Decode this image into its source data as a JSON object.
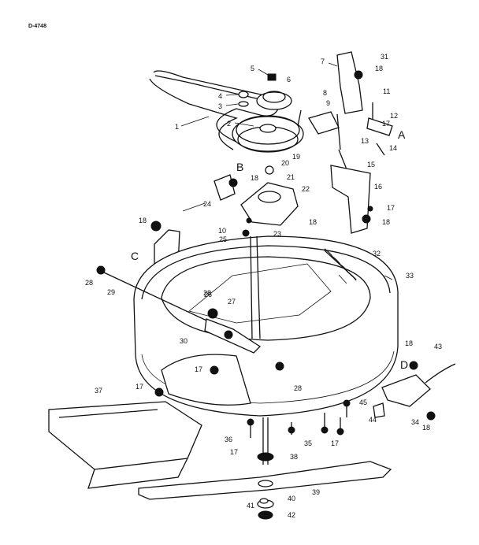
{
  "drawing_code": "D-4748",
  "callouts": [
    {
      "id": "c1",
      "text": "1"
    },
    {
      "id": "c2",
      "text": "2"
    },
    {
      "id": "c3",
      "text": "3"
    },
    {
      "id": "c4",
      "text": "4"
    },
    {
      "id": "c5",
      "text": "5"
    },
    {
      "id": "c6",
      "text": "6"
    },
    {
      "id": "c7",
      "text": "7"
    },
    {
      "id": "c8",
      "text": "8"
    },
    {
      "id": "c9",
      "text": "9"
    },
    {
      "id": "c11",
      "text": "11"
    },
    {
      "id": "c12",
      "text": "12"
    },
    {
      "id": "c13",
      "text": "13"
    },
    {
      "id": "c14",
      "text": "14"
    },
    {
      "id": "c15",
      "text": "15"
    },
    {
      "id": "c16",
      "text": "16"
    },
    {
      "id": "c17a",
      "text": "17"
    },
    {
      "id": "c18a",
      "text": "18"
    },
    {
      "id": "c18b",
      "text": "18"
    },
    {
      "id": "c18c",
      "text": "18"
    },
    {
      "id": "c18d",
      "text": "18"
    },
    {
      "id": "c18e",
      "text": "18"
    },
    {
      "id": "c18f",
      "text": "18"
    },
    {
      "id": "c18g",
      "text": "18"
    },
    {
      "id": "c19",
      "text": "19"
    },
    {
      "id": "c20",
      "text": "20"
    },
    {
      "id": "c21",
      "text": "21"
    },
    {
      "id": "c22",
      "text": "22"
    },
    {
      "id": "c23",
      "text": "23"
    },
    {
      "id": "c24",
      "text": "24"
    },
    {
      "id": "c25",
      "text": "25"
    },
    {
      "id": "c10",
      "text": "10"
    },
    {
      "id": "c26",
      "text": "26"
    },
    {
      "id": "c27",
      "text": "27"
    },
    {
      "id": "c28a",
      "text": "28"
    },
    {
      "id": "c28b",
      "text": "28"
    },
    {
      "id": "c28c",
      "text": "28"
    },
    {
      "id": "c29",
      "text": "29"
    },
    {
      "id": "c30",
      "text": "30"
    },
    {
      "id": "c31",
      "text": "31"
    },
    {
      "id": "c32",
      "text": "32"
    },
    {
      "id": "c33",
      "text": "33"
    },
    {
      "id": "c34",
      "text": "34"
    },
    {
      "id": "c35",
      "text": "35"
    },
    {
      "id": "c36",
      "text": "36"
    },
    {
      "id": "c37",
      "text": "37"
    },
    {
      "id": "c38",
      "text": "38"
    },
    {
      "id": "c39",
      "text": "39"
    },
    {
      "id": "c40",
      "text": "40"
    },
    {
      "id": "c41",
      "text": "41"
    },
    {
      "id": "c42",
      "text": "42"
    },
    {
      "id": "c43",
      "text": "43"
    },
    {
      "id": "c44",
      "text": "44"
    },
    {
      "id": "c45",
      "text": "45"
    },
    {
      "id": "c17b",
      "text": "17"
    },
    {
      "id": "c17c",
      "text": "17"
    },
    {
      "id": "c17d",
      "text": "17"
    },
    {
      "id": "c17e",
      "text": "17"
    },
    {
      "id": "c17f",
      "text": "17"
    }
  ],
  "reference_letters": [
    {
      "id": "A",
      "text": "A"
    },
    {
      "id": "B",
      "text": "B"
    },
    {
      "id": "C",
      "text": "C"
    },
    {
      "id": "D",
      "text": "D"
    }
  ]
}
